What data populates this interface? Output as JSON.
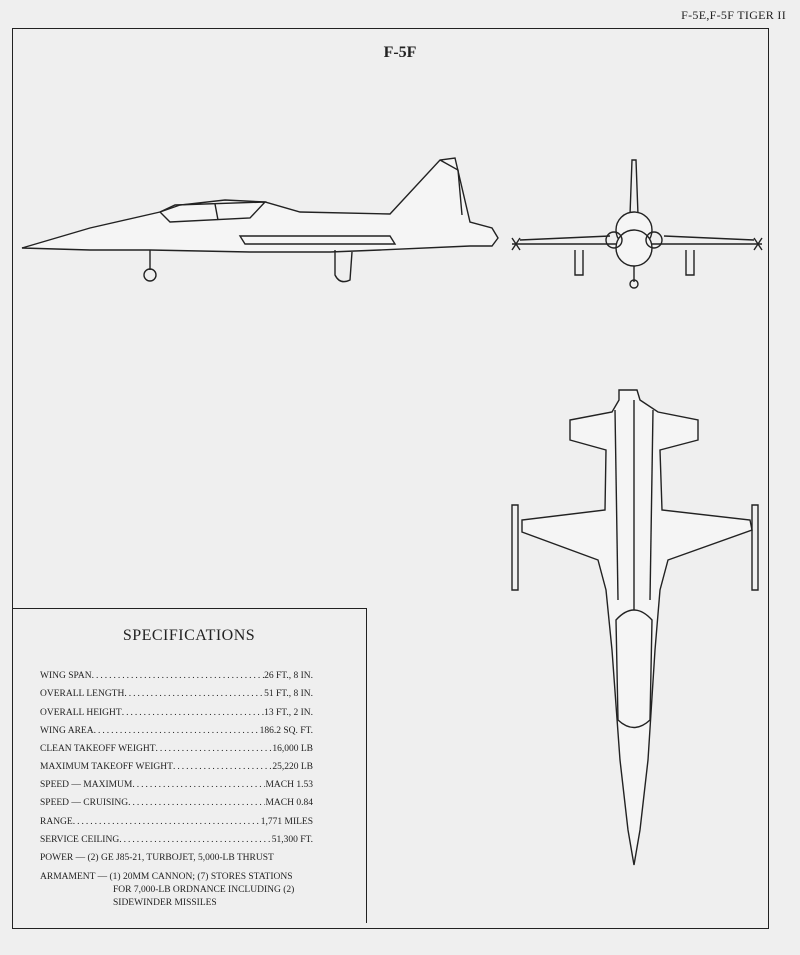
{
  "running_head": "F-5E,F-5F TIGER II",
  "title": "F-5F",
  "specifications": {
    "heading": "SPECIFICATIONS",
    "rows": [
      {
        "label": "WING SPAN",
        "value": "26 FT., 8 IN."
      },
      {
        "label": "OVERALL LENGTH",
        "value": "51 FT., 8 IN."
      },
      {
        "label": "OVERALL HEIGHT",
        "value": "13 FT., 2 IN."
      },
      {
        "label": "WING AREA",
        "value": "186.2 SQ. FT."
      },
      {
        "label": "CLEAN TAKEOFF WEIGHT",
        "value": "16,000 LB"
      },
      {
        "label": "MAXIMUM TAKEOFF WEIGHT",
        "value": "25,220 LB"
      },
      {
        "label": "SPEED — MAXIMUM",
        "value": "MACH 1.53"
      },
      {
        "label": "SPEED — CRUISING",
        "value": "MACH 0.84"
      },
      {
        "label": "RANGE",
        "value": "1,771 MILES"
      },
      {
        "label": "SERVICE CEILING",
        "value": "51,300 FT."
      }
    ],
    "power": "POWER — (2) GE J85-21, TURBOJET, 5,000-LB THRUST",
    "armament_line1": "ARMAMENT — (1) 20MM CANNON; (7) STORES STATIONS",
    "armament_line2": "FOR 7,000-LB ORDNANCE INCLUDING (2)",
    "armament_line3": "SIDEWINDER MISSILES"
  }
}
